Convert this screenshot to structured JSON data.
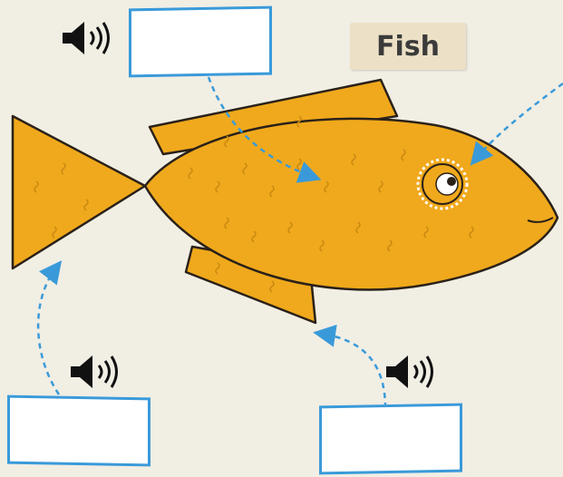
{
  "label_tag": {
    "text": "Fish"
  },
  "answer_boxes": [
    {
      "id": "top-center",
      "value": ""
    },
    {
      "id": "bottom-left",
      "value": ""
    },
    {
      "id": "bottom-right",
      "value": ""
    }
  ],
  "speaker_buttons": [
    {
      "icon": "speaker-icon"
    },
    {
      "icon": "speaker-icon"
    },
    {
      "icon": "speaker-icon"
    }
  ],
  "colors": {
    "background": "#f1eee4",
    "fish_body": "#f0a91c",
    "fish_outline": "#2a2119",
    "arrow": "#3a9ad9",
    "box_border": "#3a9ad9",
    "tag_background": "#ece1c6"
  }
}
